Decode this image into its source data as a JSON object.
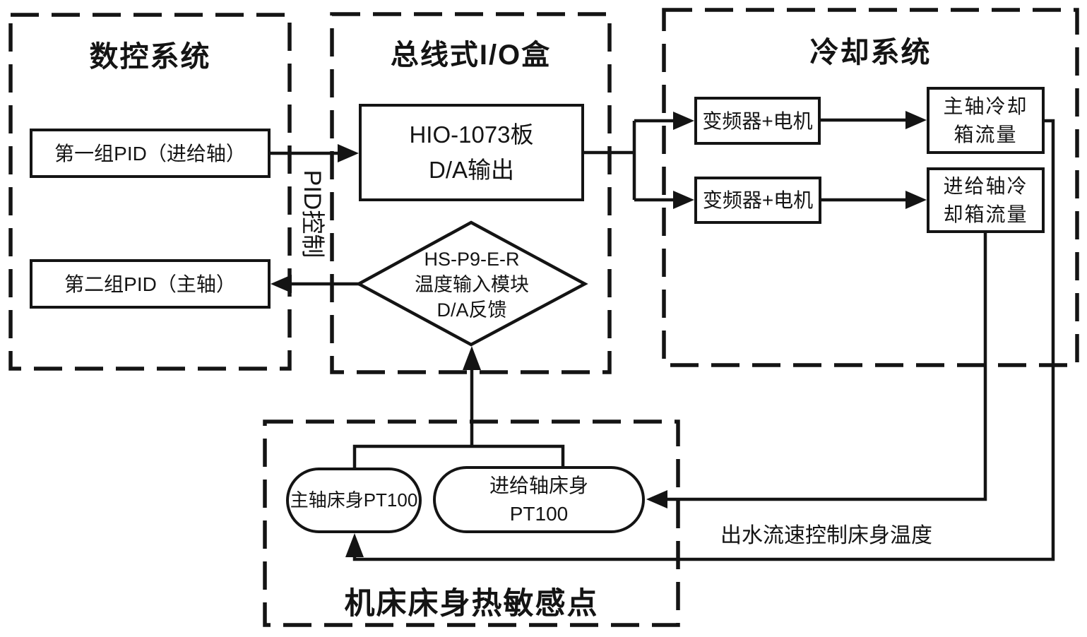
{
  "figure": {
    "background": "#ffffff",
    "line_color": "#141414",
    "groups": {
      "cnc": {
        "title": "数控系统"
      },
      "io_box": {
        "title": "总线式I/O盒"
      },
      "cooling": {
        "title": "冷却系统"
      },
      "bed": {
        "title": "机床床身热敏感点"
      }
    },
    "nodes": {
      "pid_group1": {
        "label": "第一组PID（进给轴）"
      },
      "pid_group2": {
        "label": "第二组PID（主轴）"
      },
      "hio_board": {
        "line1": "HIO-1073板",
        "line2": "D/A输出"
      },
      "temp_module": {
        "line1": "HS-P9-E-R",
        "line2": "温度输入模块",
        "line3": "D/A反馈"
      },
      "inverter_motor_1": {
        "label": "变频器+电机"
      },
      "inverter_motor_2": {
        "label": "变频器+电机"
      },
      "spindle_cooling_flow": {
        "line1": "主轴冷却",
        "line2": "箱流量"
      },
      "feed_cooling_flow": {
        "line1": "进给轴冷",
        "line2": "却箱流量"
      },
      "spindle_bed_pt100": {
        "label": "主轴床身PT100"
      },
      "feed_bed_pt100": {
        "line1": "进给轴床身",
        "line2": "PT100"
      }
    },
    "annotations": {
      "pid_control": "PID控制",
      "flow_note": "出水流速控制床身温度"
    }
  }
}
